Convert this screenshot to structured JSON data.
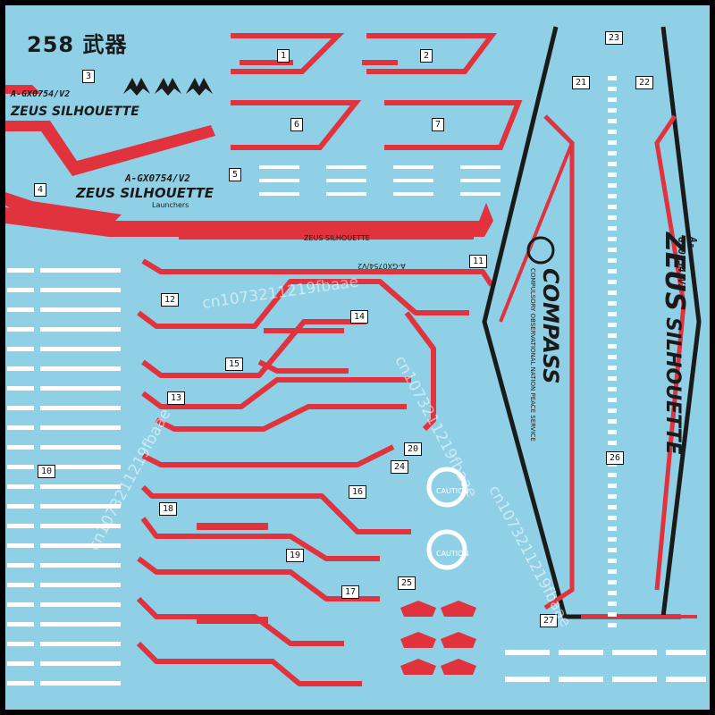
{
  "sheet": {
    "title": "258 武器",
    "background_color": "#8fd0e6",
    "red_color": "#e0333d",
    "dark_color": "#1a1a1a",
    "white_color": "#ffffff"
  },
  "labels": {
    "zeus_silhouette": "ZEUS SILHOUETTE",
    "model_code": "A-GX0754/V2",
    "launchers": "Launchers",
    "compass": "COMPASS",
    "compass_sub": "COMPULSORY OBSERVATIONAL NATION PEACE SERVICE",
    "caution": "CAUTION",
    "zeus_word": "ZEUS",
    "silhouette_word": "SILHOUETTE"
  },
  "callouts": [
    "1",
    "2",
    "3",
    "4",
    "5",
    "6",
    "7",
    "10",
    "11",
    "12",
    "13",
    "14",
    "15",
    "16",
    "17",
    "18",
    "19",
    "20",
    "21",
    "22",
    "23",
    "24",
    "25",
    "26",
    "27"
  ],
  "watermarks": [
    "cn1073211219fbaae",
    "cn1073211219fbaae",
    "cn1073211219fbaae",
    "cn1073211219fbaae"
  ]
}
